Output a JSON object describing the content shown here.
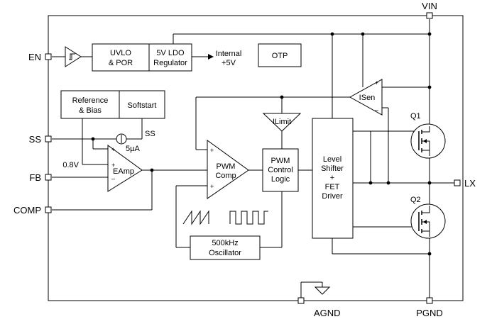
{
  "pins": {
    "en": "EN",
    "ss": "SS",
    "fb": "FB",
    "comp": "COMP",
    "vin": "VIN",
    "lx": "LX",
    "agnd": "AGND",
    "pgnd": "PGND"
  },
  "blocks": {
    "uvlo_line1": "UVLO",
    "uvlo_line2": "& POR",
    "ldo_line1": "5V LDO",
    "ldo_line2": "Regulator",
    "internal_line1": "Internal",
    "internal_line2": "+5V",
    "otp": "OTP",
    "ref_line1": "Reference",
    "ref_line2": "& Bias",
    "softstart": "Softstart",
    "ss_label": "SS",
    "current_source": "5µA",
    "vref": "0.8V",
    "eamp": "EAmp",
    "pwm_comp_line1": "PWM",
    "pwm_comp_line2": "Comp",
    "ilimit": "ILimit",
    "pwm_logic_line1": "PWM",
    "pwm_logic_line2": "Control",
    "pwm_logic_line3": "Logic",
    "osc_line1": "500kHz",
    "osc_line2": "Oscillator",
    "driver_line1": "Level",
    "driver_line2": "Shifter",
    "driver_line3": "+",
    "driver_line4": "FET",
    "driver_line5": "Driver",
    "isen": "ISen",
    "q1": "Q1",
    "q2": "Q2",
    "plus": "+",
    "minus": "–"
  }
}
